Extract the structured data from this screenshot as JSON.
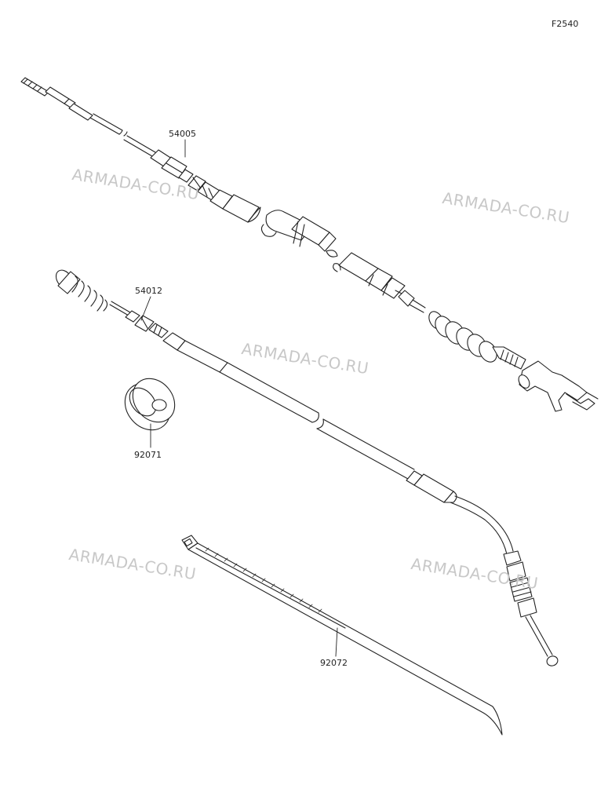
{
  "figure_code": "F2540",
  "parts": [
    {
      "number": "54005"
    },
    {
      "number": "54012"
    },
    {
      "number": "92071"
    },
    {
      "number": "92072"
    }
  ],
  "watermark_text": "ARMADA-CO.RU",
  "colors": {
    "line": "#222222",
    "watermark": "#c8c8c8",
    "background": "#ffffff"
  }
}
